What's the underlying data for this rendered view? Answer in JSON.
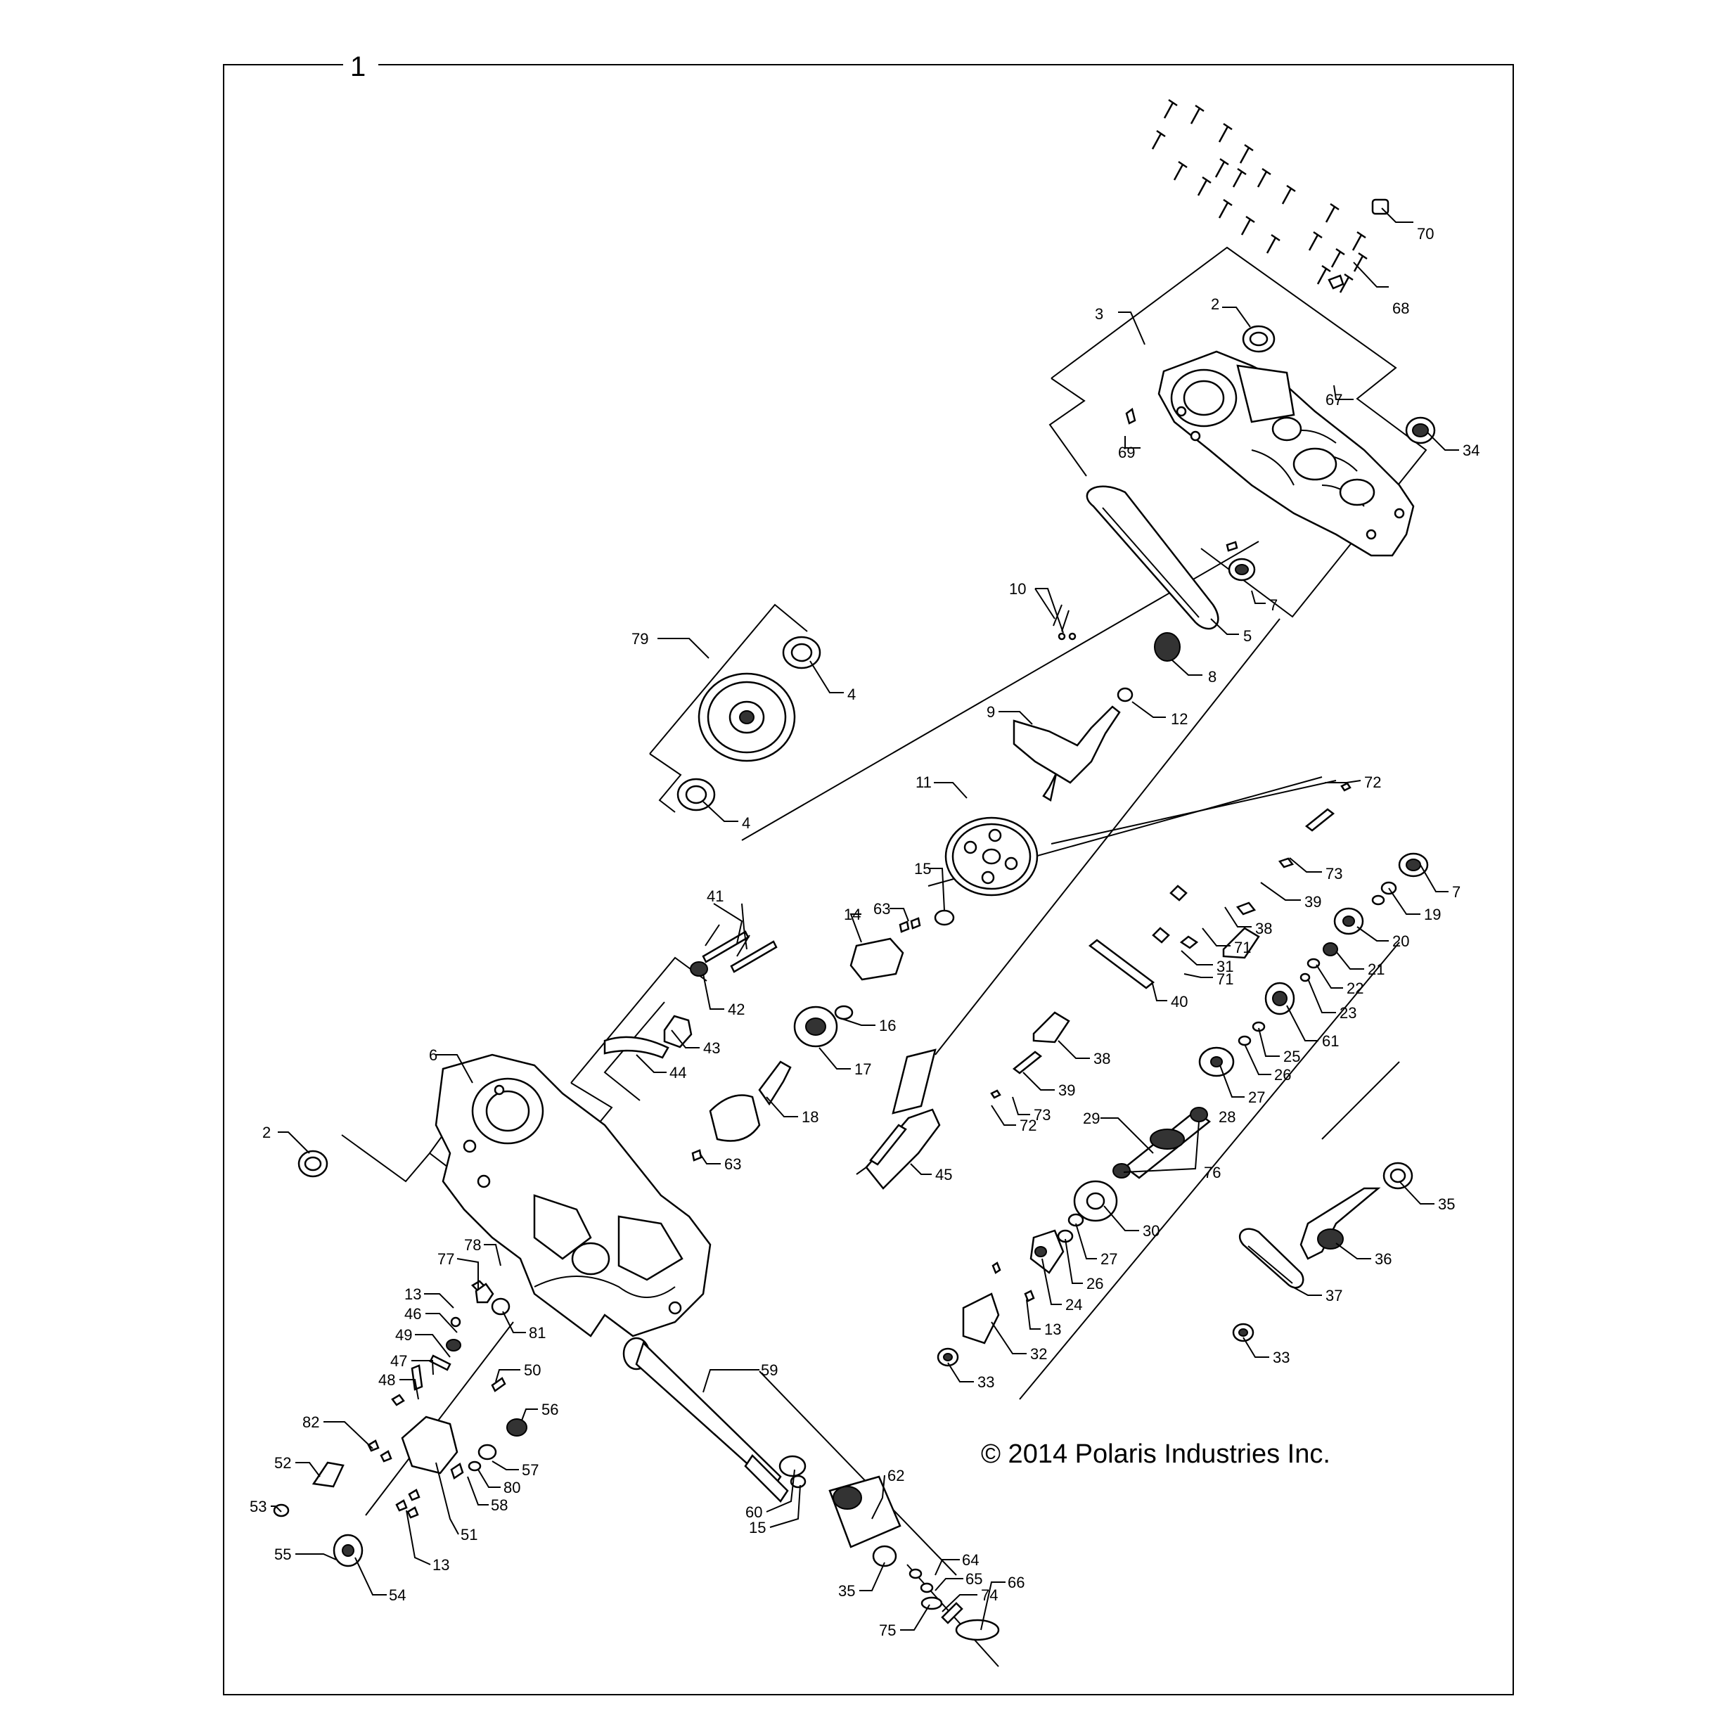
{
  "page_number": "1",
  "copyright": "© 2014 Polaris Industries Inc.",
  "callouts": {
    "c70": "70",
    "c68": "68",
    "c3": "3",
    "c2a": "2",
    "c67": "67",
    "c69": "69",
    "c34": "34",
    "c7a": "7",
    "c5": "5",
    "c10": "10",
    "c8": "8",
    "c12": "12",
    "c9": "9",
    "c79": "79",
    "c4a": "4",
    "c4b": "4",
    "c11": "11",
    "c72a": "72",
    "c73a": "73",
    "c39a": "39",
    "c38a": "38",
    "c15a": "15",
    "c63a": "63",
    "c14": "14",
    "c71a": "71",
    "c31": "31",
    "c71b": "71",
    "c7b": "7",
    "c19": "19",
    "c20": "20",
    "c21": "21",
    "c22": "22",
    "c23": "23",
    "c40": "40",
    "c41": "41",
    "c42": "42",
    "c16": "16",
    "c61": "61",
    "c25": "25",
    "c43": "43",
    "c38b": "38",
    "c26a": "26",
    "c27a": "27",
    "c44": "44",
    "c17": "17",
    "c6": "6",
    "c28": "28",
    "c29": "29",
    "c39b": "39",
    "c73b": "73",
    "c18": "18",
    "c2b": "2",
    "c72b": "72",
    "c45": "45",
    "c76": "76",
    "c35a": "35",
    "c63b": "63",
    "c30": "30",
    "c36": "36",
    "c78": "78",
    "c77": "77",
    "c27b": "27",
    "c26b": "26",
    "c24": "24",
    "c13a": "13",
    "c37": "37",
    "c46": "46",
    "c81": "81",
    "c13b": "13",
    "c33a": "33",
    "c49": "49",
    "c32": "32",
    "c33b": "33",
    "c47": "47",
    "c50": "50",
    "c59": "59",
    "c48": "48",
    "c56": "56",
    "c82": "82",
    "c57": "57",
    "c52": "52",
    "c80": "80",
    "c62": "62",
    "c60": "60",
    "c58": "58",
    "c15b": "15",
    "c53": "53",
    "c51": "51",
    "c64": "64",
    "c55": "55",
    "c13c": "13",
    "c65": "65",
    "c74": "74",
    "c54": "54",
    "c35b": "35",
    "c66": "66",
    "c75": "75"
  }
}
